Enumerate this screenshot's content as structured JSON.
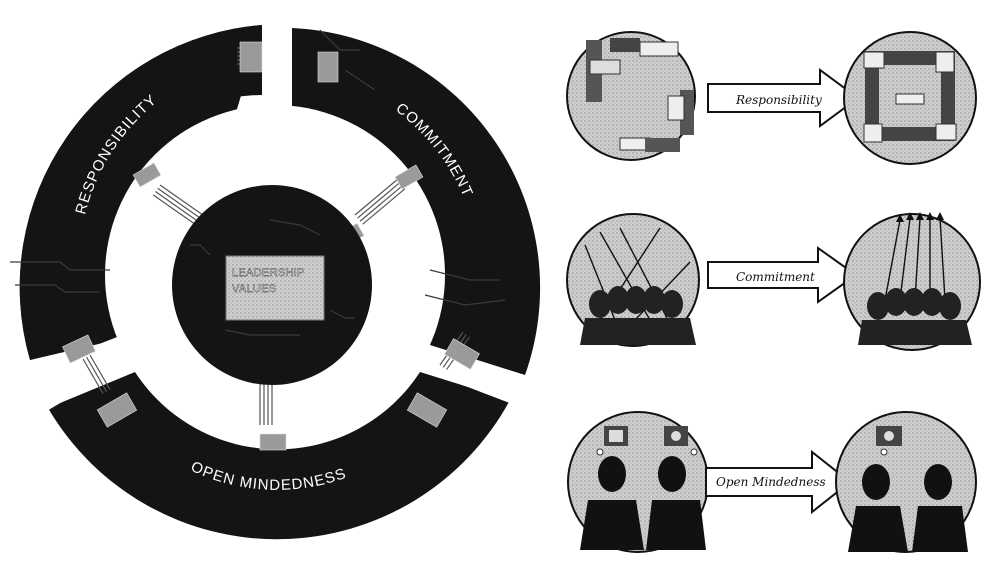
{
  "wheel": {
    "center_label_line1": "LEADERSHIP",
    "center_label_line2": "VALUES",
    "segments": [
      {
        "label": "RESPONSIBILITY"
      },
      {
        "label": "COMMITMENT"
      },
      {
        "label": "OPEN MINDEDNESS"
      }
    ]
  },
  "panels": [
    {
      "arrow_label": "Responsibility",
      "before_icon": "scattered-pointing-hands-icon",
      "after_icon": "joined-hands-square-icon"
    },
    {
      "arrow_label": "Commitment",
      "before_icon": "crossed-arrows-crowd-icon",
      "after_icon": "aligned-arrows-crowd-icon"
    },
    {
      "arrow_label": "Open Mindedness",
      "before_icon": "two-people-different-thoughts-icon",
      "after_icon": "two-people-shared-thought-icon"
    }
  ],
  "colors": {
    "dark": "#141414",
    "grey": "#9a9a9a",
    "light_grey": "#c9c9c9",
    "white": "#ffffff"
  }
}
